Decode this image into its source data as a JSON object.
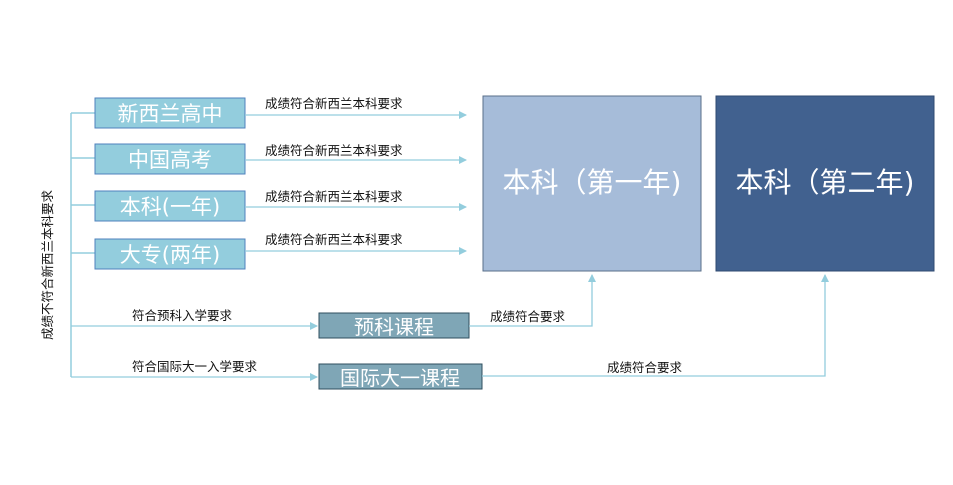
{
  "vertical_label": "成绩不符合新西兰本科要求",
  "sources": [
    {
      "label": "新西兰高中",
      "edge_label": "成绩符合新西兰本科要求"
    },
    {
      "label": "中国高考",
      "edge_label": "成绩符合新西兰本科要求"
    },
    {
      "label": "本科(一年)",
      "edge_label": "成绩符合新西兰本科要求"
    },
    {
      "label": "大专(两年)",
      "edge_label": "成绩符合新西兰本科要求"
    }
  ],
  "prep": {
    "label": "预科课程",
    "entry_label": "符合预科入学要求",
    "exit_label": "成绩符合要求"
  },
  "foundation": {
    "label": "国际大一课程",
    "entry_label": "符合国际大一入学要求",
    "exit_label": "成绩符合要求"
  },
  "year1": {
    "label": "本科（第一年)"
  },
  "year2": {
    "label": "本科（第二年)"
  },
  "colors": {
    "source_fill": "#93cddd",
    "source_stroke": "#4f81bd",
    "source_text": "#ffffff",
    "arrow": "#93cddd",
    "year1_fill": "#a6bcd9",
    "year2_fill": "#41618f",
    "course_fill": "#7fa6b6",
    "course_stroke": "#2f4f5f"
  }
}
